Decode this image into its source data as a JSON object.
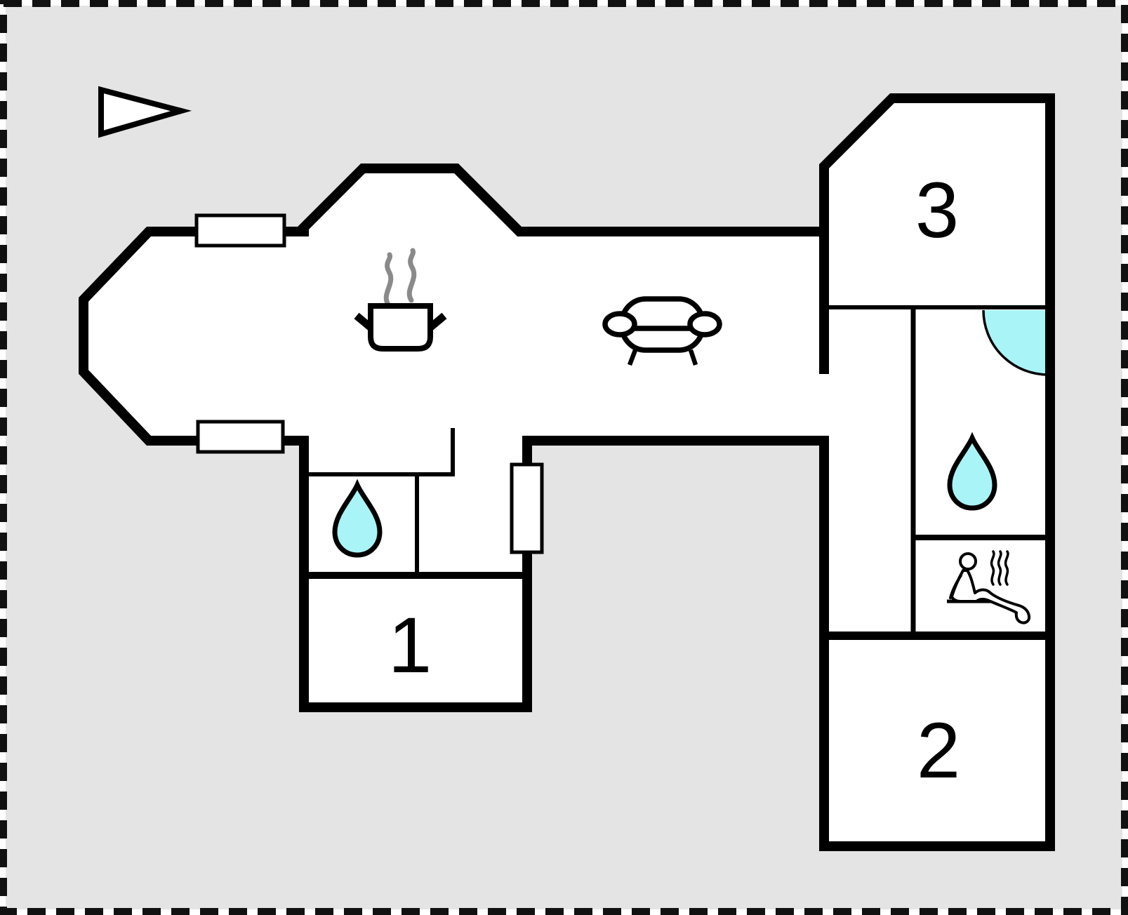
{
  "floor_plan": {
    "type": "apartment-floor-plan",
    "rooms": [
      {
        "id": 1,
        "label": "1"
      },
      {
        "id": 2,
        "label": "2"
      },
      {
        "id": 3,
        "label": "3"
      }
    ],
    "features": {
      "kitchen_icon": "cooking-pot-with-steam",
      "living_room_icon": "sofa",
      "bathroom_icons": [
        "water-drop",
        "water-drop"
      ],
      "shower_icon": "corner-shower-quarter-circle",
      "sauna_icon": "person-on-sauna-bench-with-steam",
      "window_count": 3,
      "direction_marker": "triangle-pointing-right"
    },
    "colors": {
      "plot_background": "#e4e4e4",
      "floor": "#ffffff",
      "walls": "#000000",
      "water_accent": "#a9f4f6",
      "steam": "#8a8a8a",
      "boundary_dash": "#111111"
    }
  }
}
